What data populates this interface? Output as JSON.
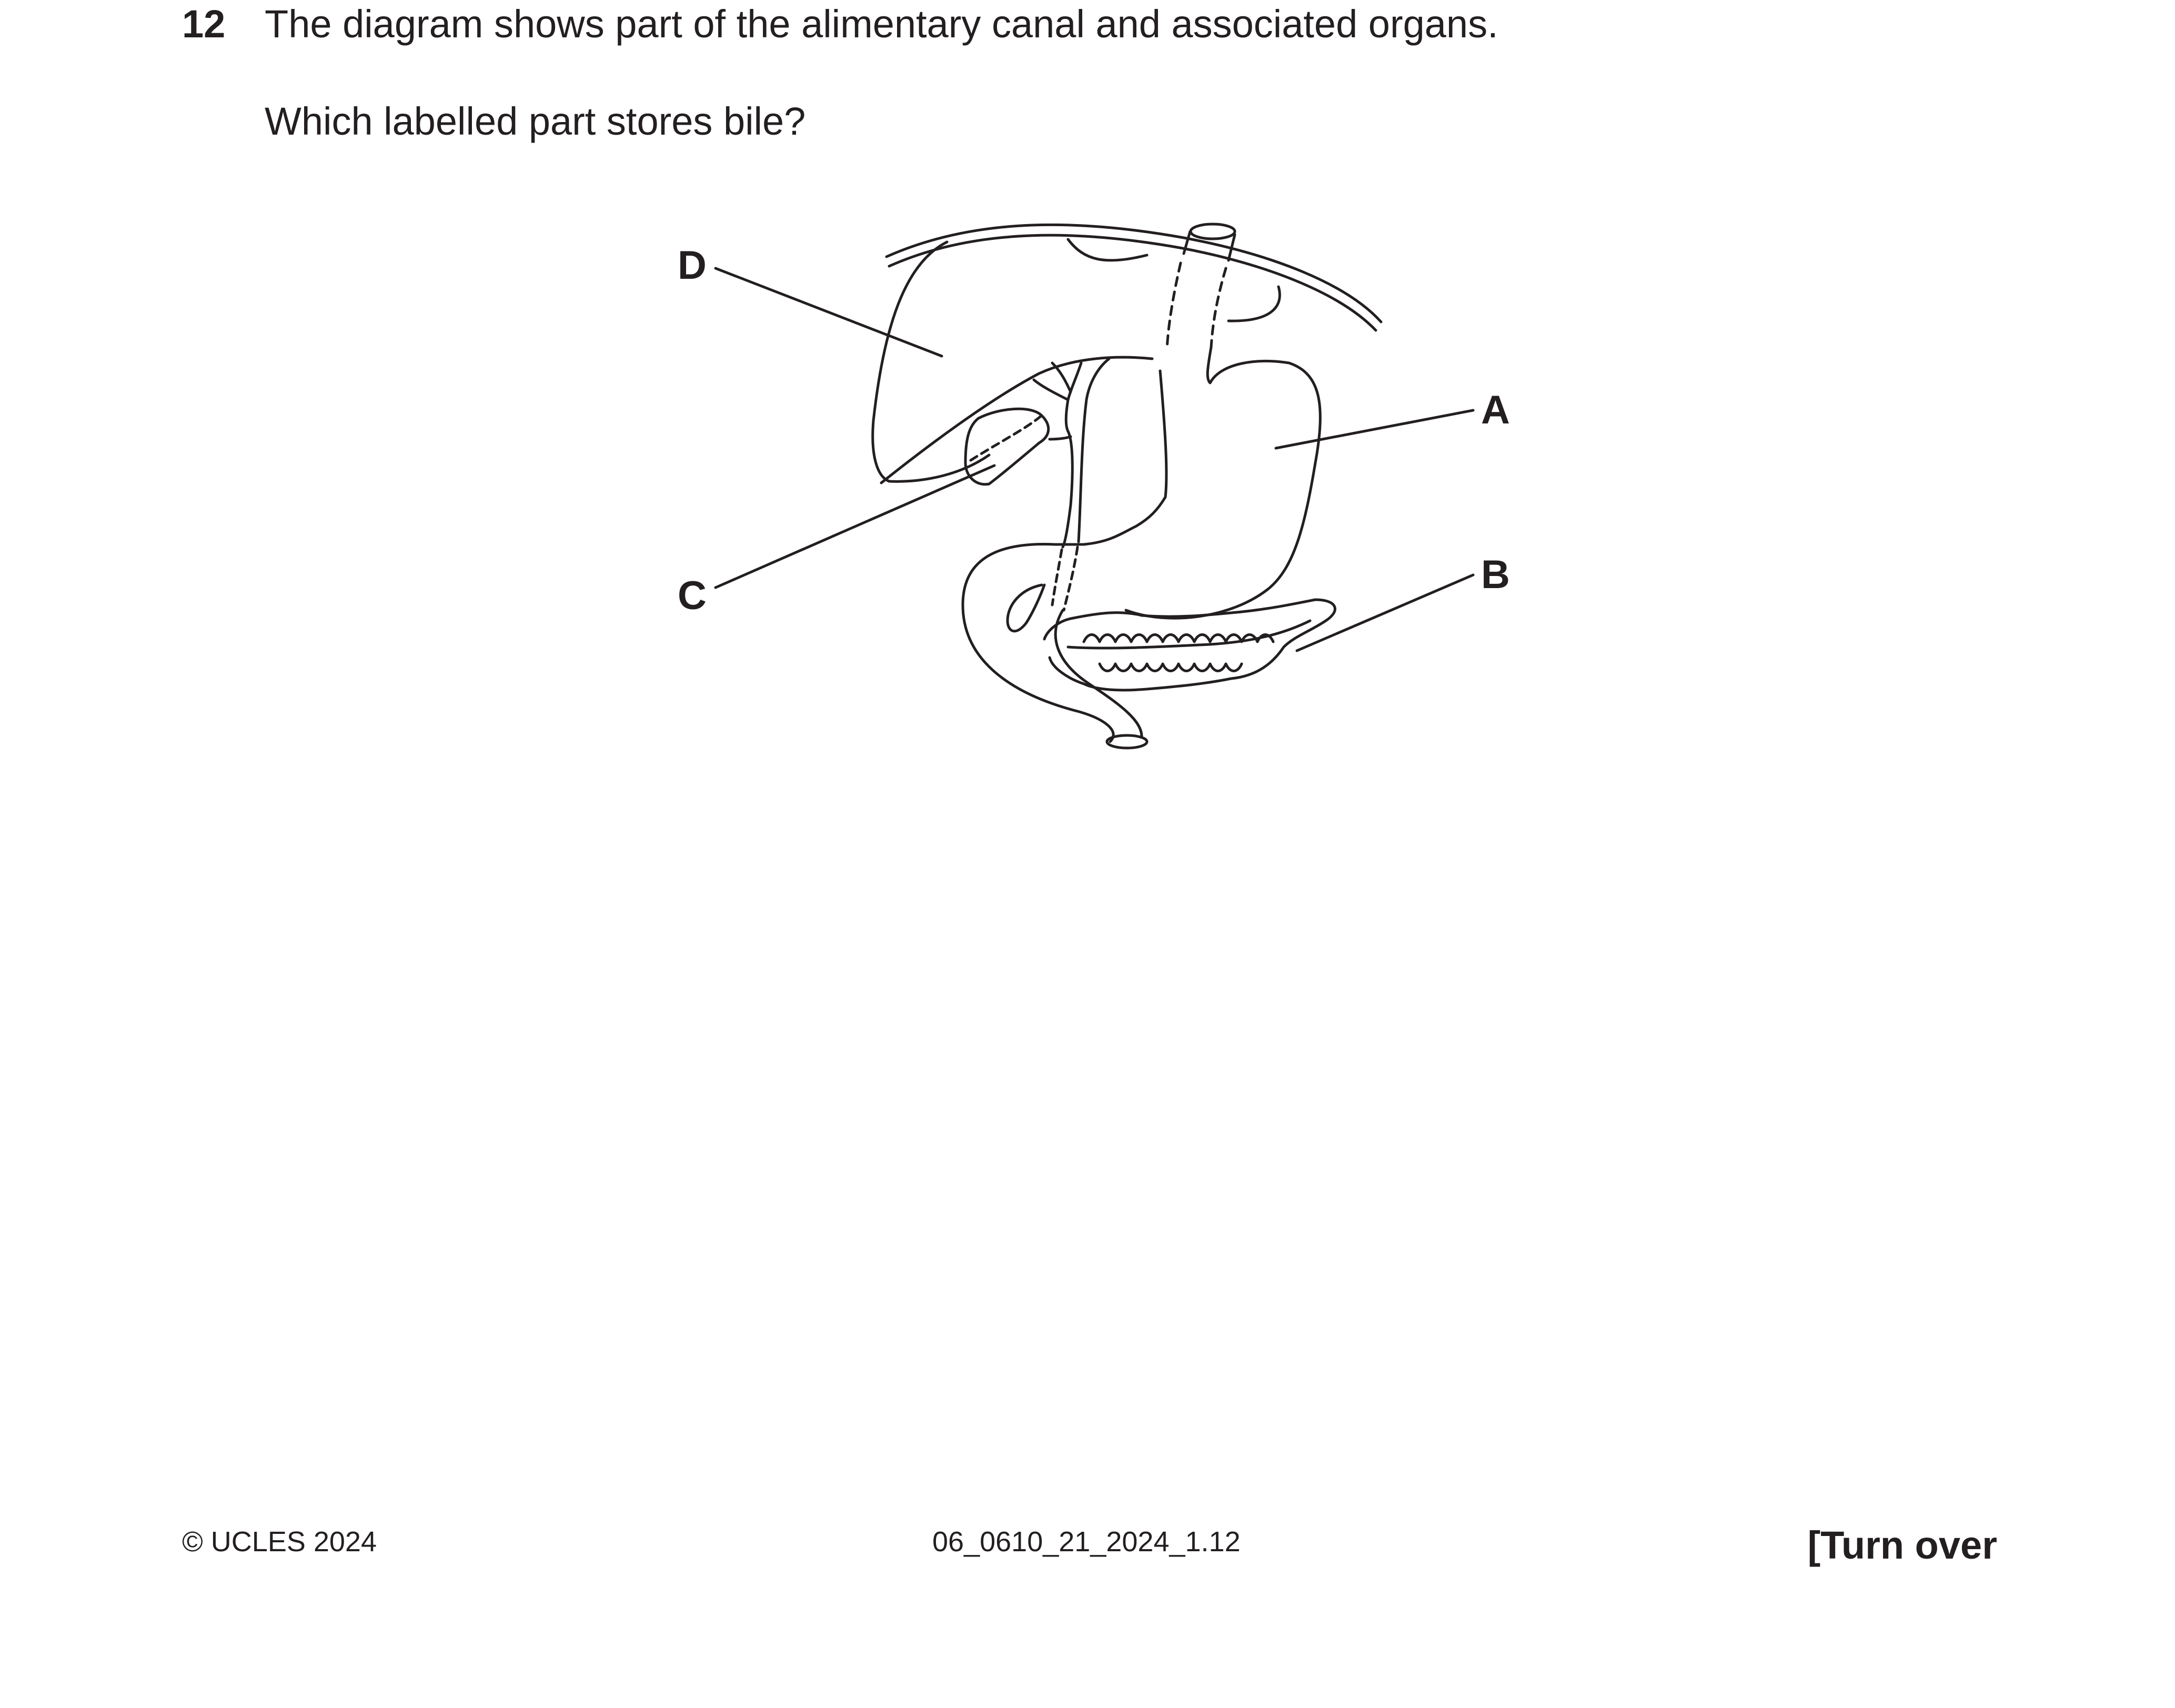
{
  "question": {
    "number": "12",
    "text": "The diagram shows part of the alimentary canal and associated organs.",
    "prompt": "Which labelled part stores bile?"
  },
  "diagram": {
    "labels": {
      "a": "A",
      "b": "B",
      "c": "C",
      "d": "D"
    },
    "line_color": "#231f20"
  },
  "footer": {
    "copyright": "© UCLES 2024",
    "code": "06_0610_21_2024_1.12",
    "turn_over": "[Turn over"
  }
}
